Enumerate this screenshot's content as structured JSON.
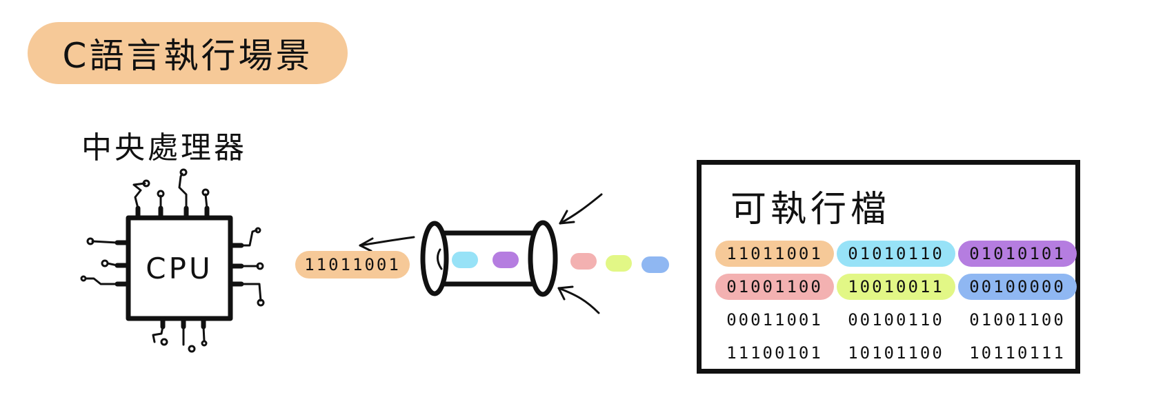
{
  "title": "C語言執行場景",
  "cpu": {
    "heading": "中央處理器",
    "label": "CPU"
  },
  "output_bits": "11011001",
  "executable": {
    "title": "可執行檔",
    "rows": [
      [
        "11011001",
        "01010110",
        "01010101"
      ],
      [
        "01001100",
        "10010011",
        "00100000"
      ],
      [
        "00011001",
        "00100110",
        "01001100"
      ],
      [
        "11100101",
        "10101100",
        "10110111"
      ]
    ]
  },
  "colors": {
    "orange": "#f6c998",
    "blue": "#97e2f7",
    "purple": "#b57de0",
    "pink": "#f3b1b1",
    "lime": "#e2f786",
    "cornflower": "#8fb7f2",
    "ink": "#111111"
  },
  "row_highlights": [
    [
      "orange",
      "blue",
      "purple"
    ],
    [
      "pink",
      "lime",
      "cornflower"
    ],
    [
      "none",
      "none",
      "none"
    ],
    [
      "none",
      "none",
      "none"
    ]
  ],
  "pipe_dots_inside": [
    "blue",
    "purple"
  ],
  "pipe_dots_queue": [
    "pink",
    "lime",
    "cornflower"
  ]
}
